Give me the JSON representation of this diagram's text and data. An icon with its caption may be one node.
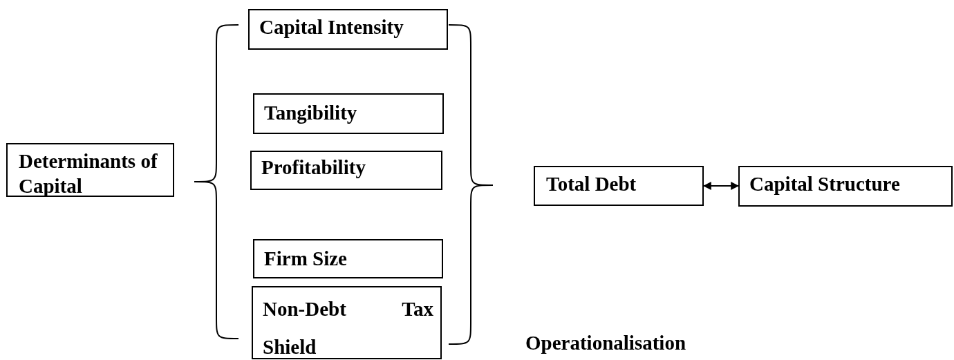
{
  "diagram": {
    "nodes": [
      {
        "text": [
          "Determinants of Capital"
        ]
      },
      {
        "text": [
          "Capital Intensity"
        ]
      },
      {
        "text": [
          "Tangibility"
        ]
      },
      {
        "text": [
          "Profitability"
        ]
      },
      {
        "text": [
          "Firm Size"
        ]
      },
      {
        "text": [
          "Non-Debt Tax Shield"
        ]
      },
      {
        "text": [
          "Total Debt"
        ]
      },
      {
        "text": [
          "Capital Structure"
        ]
      }
    ],
    "edges": [
      {
        "from": 6,
        "to": 7,
        "arrow": "both"
      }
    ],
    "labels": [
      "Operationalisation"
    ]
  }
}
